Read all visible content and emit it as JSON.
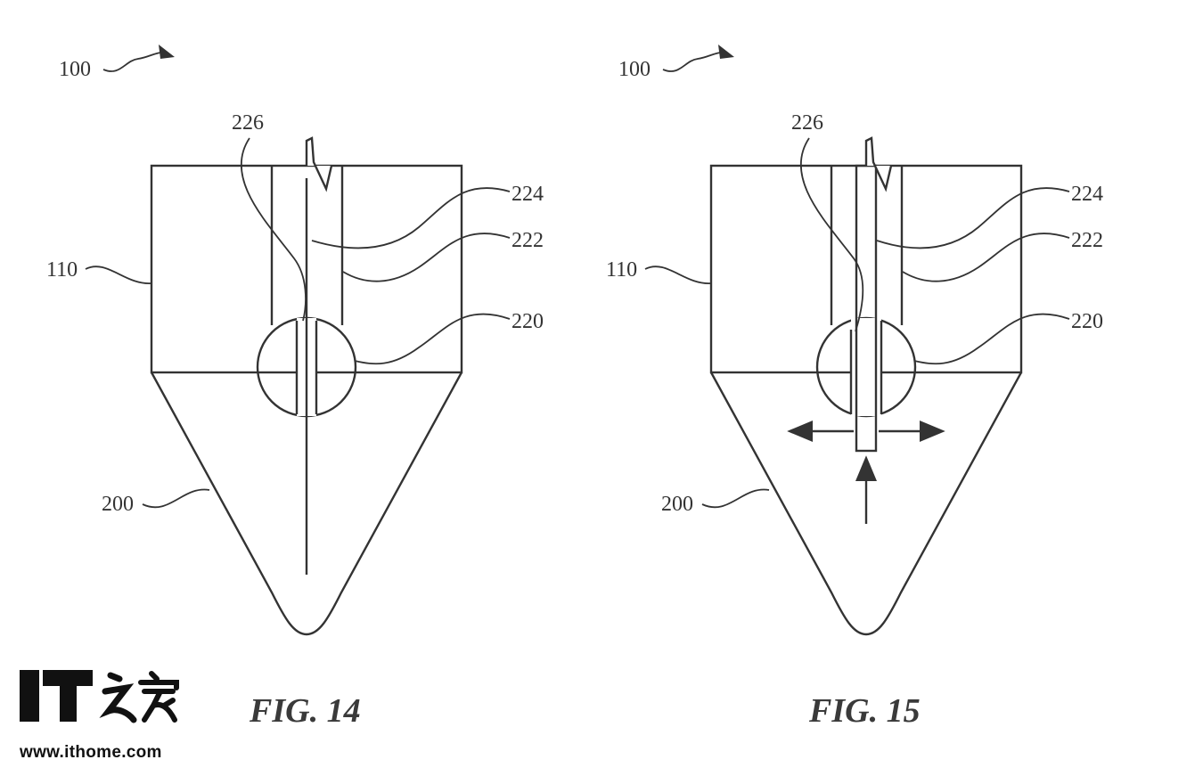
{
  "figures": [
    {
      "caption": "FIG. 14",
      "labels": {
        "device": "100",
        "body": "110",
        "tip": "200",
        "ball": "220",
        "channel": "222",
        "rod": "224",
        "slit": "226"
      }
    },
    {
      "caption": "FIG. 15",
      "labels": {
        "device": "100",
        "body": "110",
        "tip": "200",
        "ball": "220",
        "channel": "222",
        "rod": "224",
        "slit": "226"
      }
    }
  ],
  "watermark": {
    "logo_text": "IT之家",
    "url": "www.ithome.com"
  }
}
